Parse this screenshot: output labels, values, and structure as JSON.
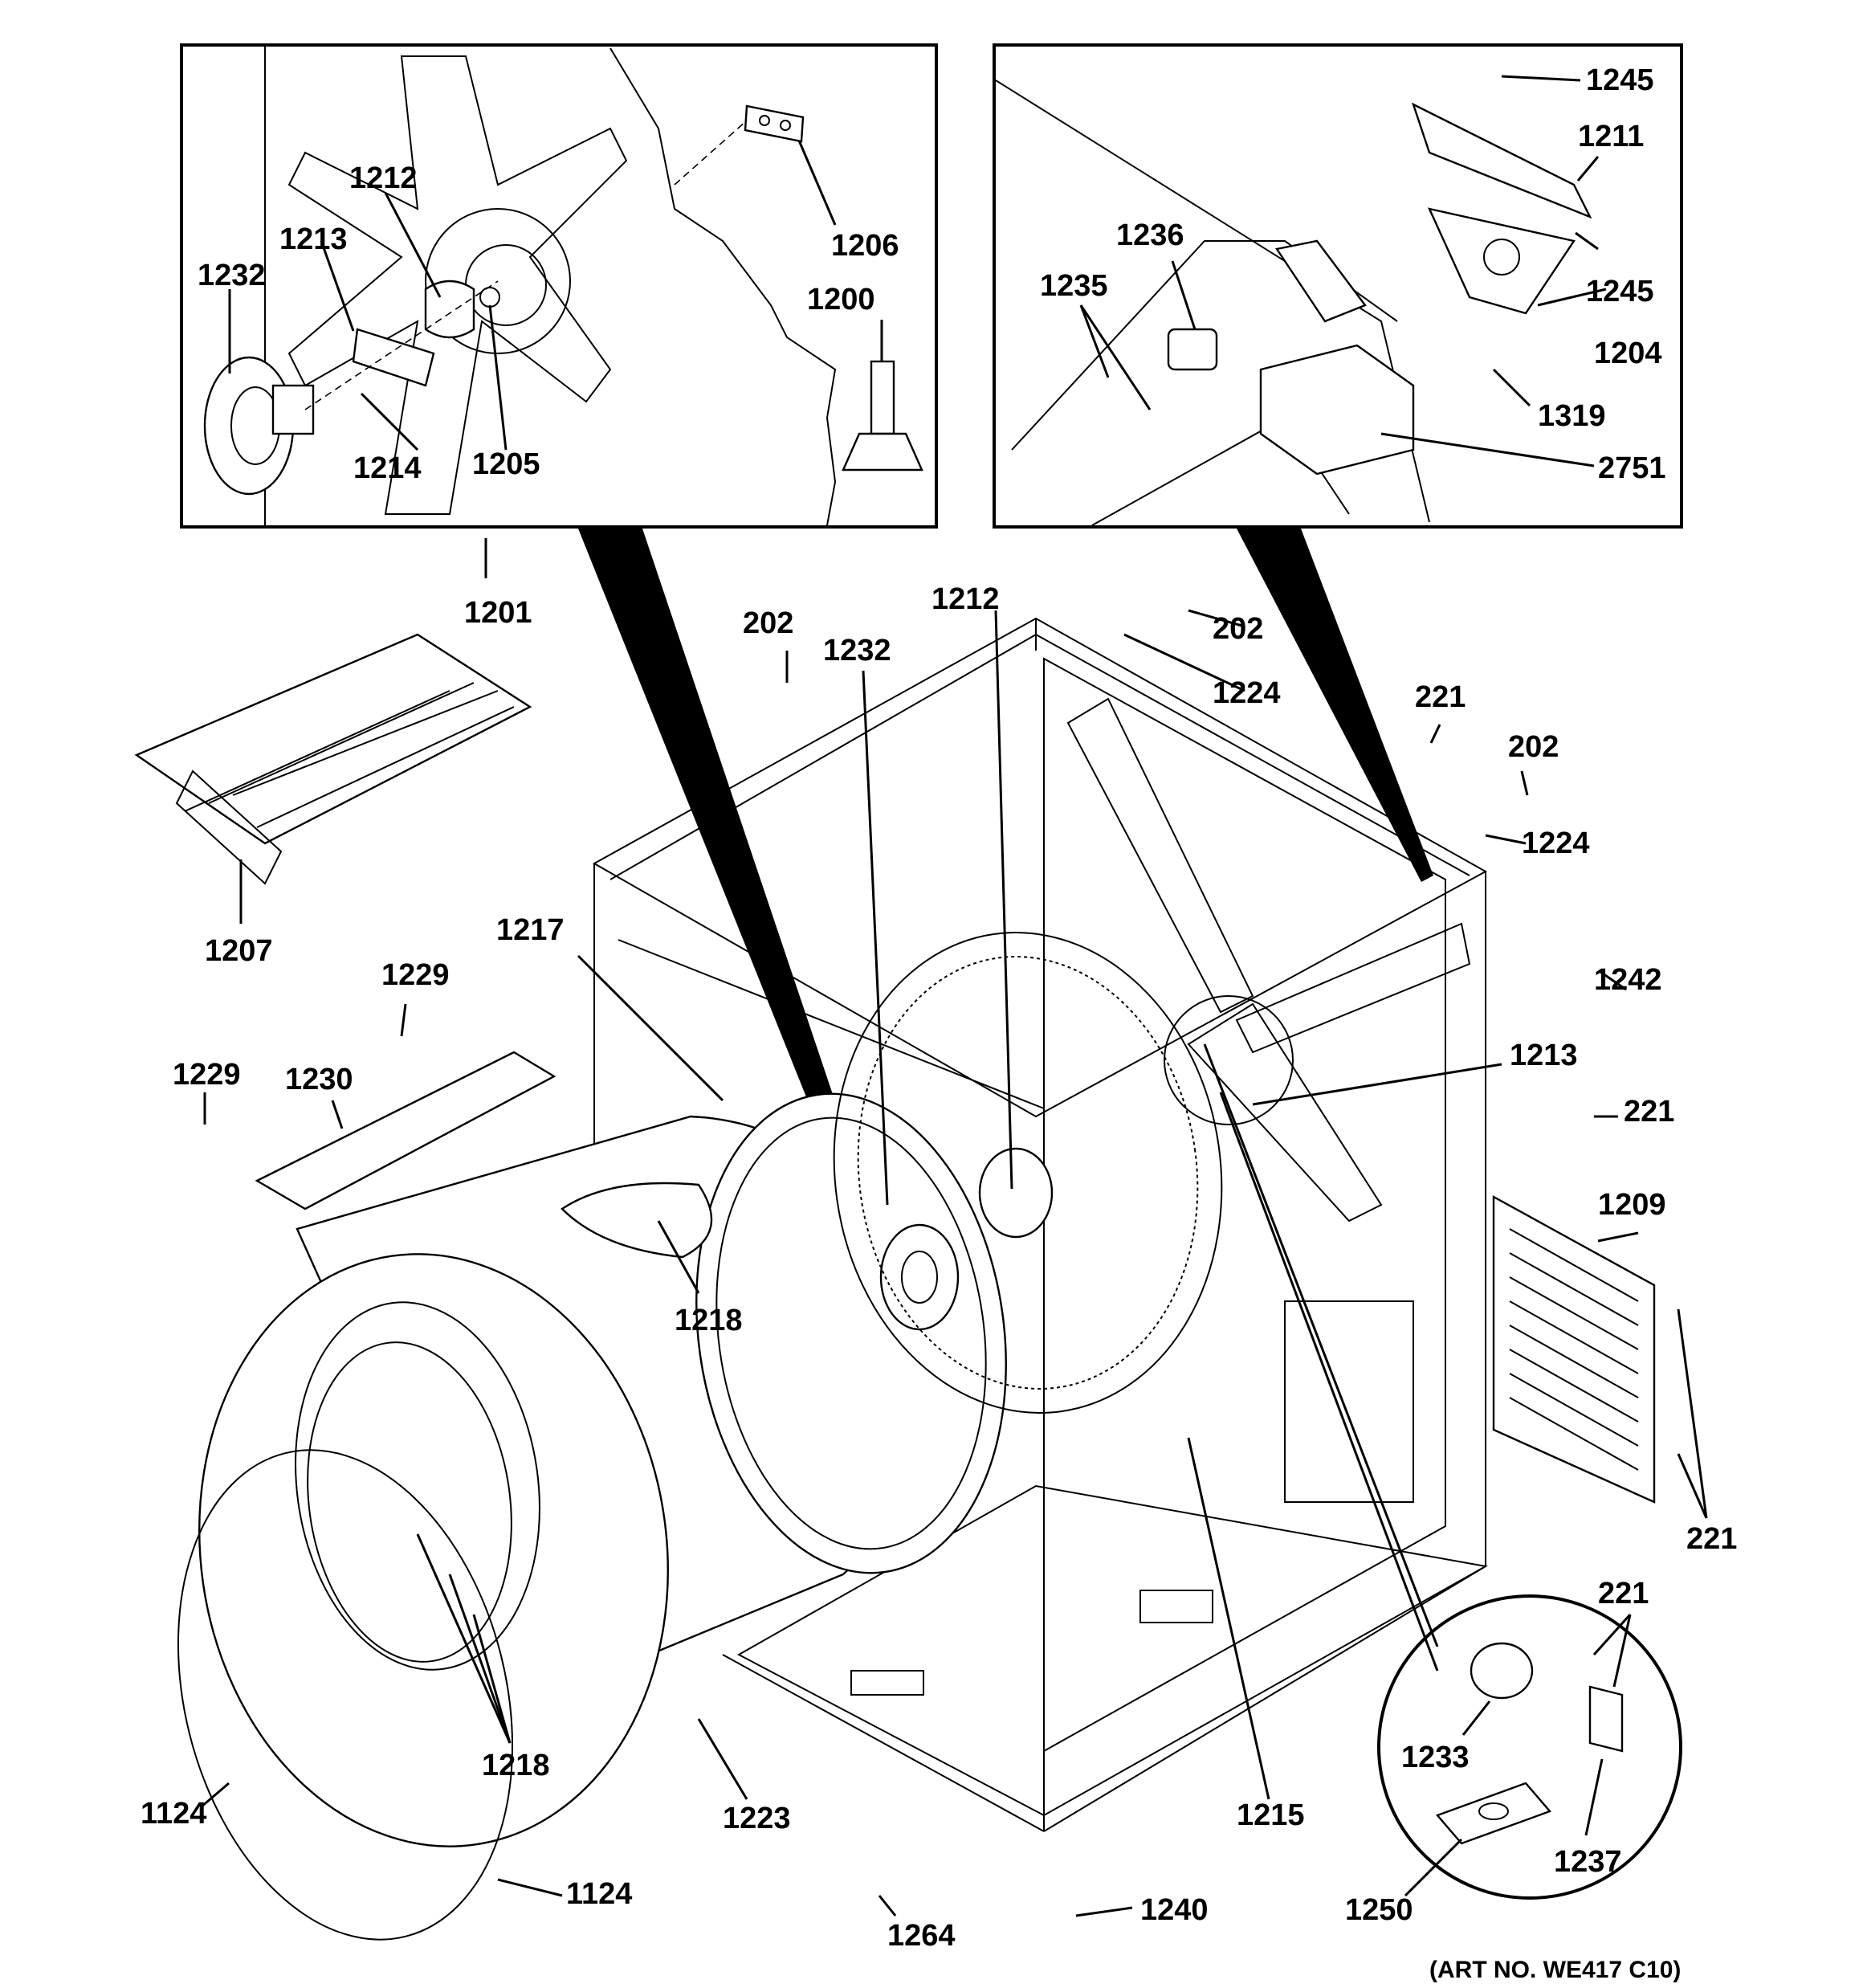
{
  "diagram": {
    "art_number": "(ART NO. WE417 C10)",
    "callouts": {
      "c1245a": "1245",
      "c1211": "1211",
      "c1245b": "1245",
      "c1204": "1204",
      "c1319": "1319",
      "c2751": "2751",
      "c1236": "1236",
      "c1235": "1235",
      "c1212a": "1212",
      "c1213a": "1213",
      "c1232a": "1232",
      "c1214": "1214",
      "c1205": "1205",
      "c1206": "1206",
      "c1200": "1200",
      "c1201": "1201",
      "c1207": "1207",
      "c202a": "202",
      "c1232b": "1232",
      "c1212b": "1212",
      "c202b": "202",
      "c1224a": "1224",
      "c221a": "221",
      "c202c": "202",
      "c1224b": "1224",
      "c1242": "1242",
      "c1213b": "1213",
      "c221b": "221",
      "c1209": "1209",
      "c221c": "221",
      "c221d": "221",
      "c1233": "1233",
      "c1237": "1237",
      "c1250": "1250",
      "c1229a": "1229",
      "c1229b": "1229",
      "c1230": "1230",
      "c1217": "1217",
      "c1218a": "1218",
      "c1218b": "1218",
      "c1124a": "1124",
      "c1124b": "1124",
      "c1223": "1223",
      "c1264": "1264",
      "c1240": "1240",
      "c1215": "1215"
    }
  }
}
